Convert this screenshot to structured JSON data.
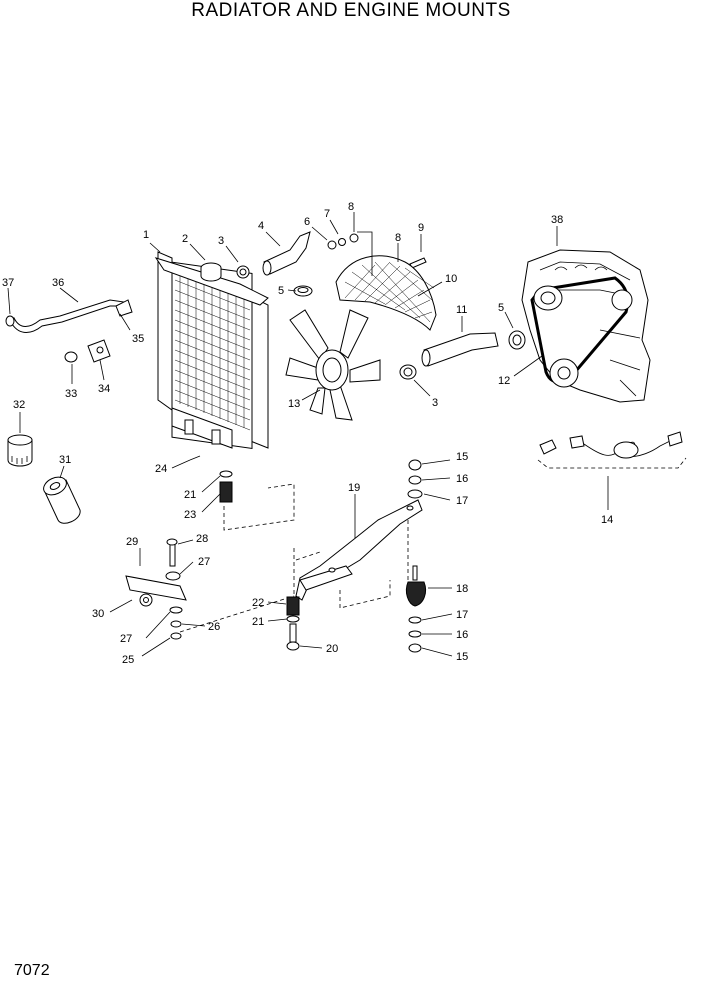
{
  "title": "RADIATOR AND ENGINE MOUNTS",
  "page_number": "7072",
  "callouts": [
    {
      "id": "c1",
      "label": "1"
    },
    {
      "id": "c2",
      "label": "2"
    },
    {
      "id": "c3a",
      "label": "3"
    },
    {
      "id": "c4",
      "label": "4"
    },
    {
      "id": "c6",
      "label": "6"
    },
    {
      "id": "c7",
      "label": "7"
    },
    {
      "id": "c8a",
      "label": "8"
    },
    {
      "id": "c8b",
      "label": "8"
    },
    {
      "id": "c9",
      "label": "9"
    },
    {
      "id": "c10",
      "label": "10"
    },
    {
      "id": "c5a",
      "label": "5"
    },
    {
      "id": "c11",
      "label": "11"
    },
    {
      "id": "c5b",
      "label": "5"
    },
    {
      "id": "c38",
      "label": "38"
    },
    {
      "id": "c12",
      "label": "12"
    },
    {
      "id": "c3b",
      "label": "3"
    },
    {
      "id": "c13",
      "label": "13"
    },
    {
      "id": "c37",
      "label": "37"
    },
    {
      "id": "c36",
      "label": "36"
    },
    {
      "id": "c35",
      "label": "35"
    },
    {
      "id": "c33",
      "label": "33"
    },
    {
      "id": "c34",
      "label": "34"
    },
    {
      "id": "c32",
      "label": "32"
    },
    {
      "id": "c31",
      "label": "31"
    },
    {
      "id": "c24",
      "label": "24"
    },
    {
      "id": "c21a",
      "label": "21"
    },
    {
      "id": "c23",
      "label": "23"
    },
    {
      "id": "c15a",
      "label": "15"
    },
    {
      "id": "c16a",
      "label": "16"
    },
    {
      "id": "c17a",
      "label": "17"
    },
    {
      "id": "c19",
      "label": "19"
    },
    {
      "id": "c14",
      "label": "14"
    },
    {
      "id": "c29",
      "label": "29"
    },
    {
      "id": "c28",
      "label": "28"
    },
    {
      "id": "c27a",
      "label": "27"
    },
    {
      "id": "c30",
      "label": "30"
    },
    {
      "id": "c27b",
      "label": "27"
    },
    {
      "id": "c26",
      "label": "26"
    },
    {
      "id": "c25",
      "label": "25"
    },
    {
      "id": "c22",
      "label": "22"
    },
    {
      "id": "c21b",
      "label": "21"
    },
    {
      "id": "c20",
      "label": "20"
    },
    {
      "id": "c18",
      "label": "18"
    },
    {
      "id": "c17b",
      "label": "17"
    },
    {
      "id": "c16b",
      "label": "16"
    },
    {
      "id": "c15b",
      "label": "15"
    }
  ]
}
